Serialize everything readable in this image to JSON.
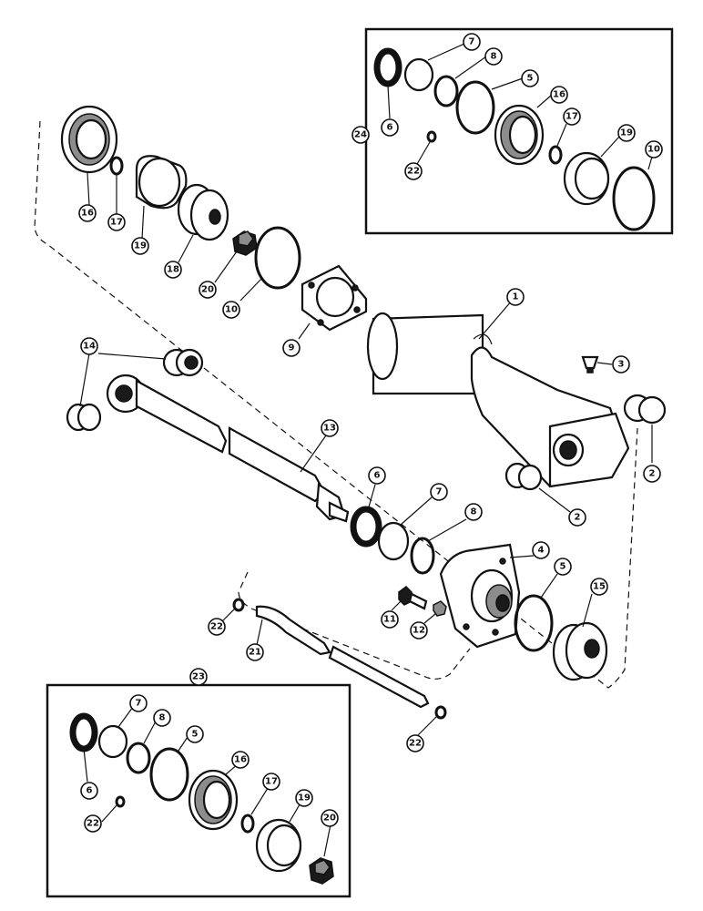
{
  "diagram": {
    "callouts": {
      "c1": "1",
      "c2a": "2",
      "c2b": "2",
      "c3": "3",
      "c4": "4",
      "c5": "5",
      "c6": "6",
      "c7": "7",
      "c8": "8",
      "c9": "9",
      "c10": "10",
      "c11": "11",
      "c12": "12",
      "c13": "13",
      "c14": "14",
      "c15": "15",
      "c16": "16",
      "c17": "17",
      "c18": "18",
      "c19": "19",
      "c20": "20",
      "c21": "21",
      "c22a": "22",
      "c22b": "22",
      "c23": "23",
      "k24_6": "6",
      "k24_7": "7",
      "k24_8": "8",
      "k24_5": "5",
      "k24_16": "16",
      "k24_17": "17",
      "k24_19": "19",
      "k24_10": "10",
      "k24_22": "22",
      "k24": "24",
      "k23_6": "6",
      "k23_7": "7",
      "k23_8": "8",
      "k23_5": "5",
      "k23_16": "16",
      "k23_17": "17",
      "k23_19": "19",
      "k23_20": "20",
      "k23_22": "22"
    }
  }
}
